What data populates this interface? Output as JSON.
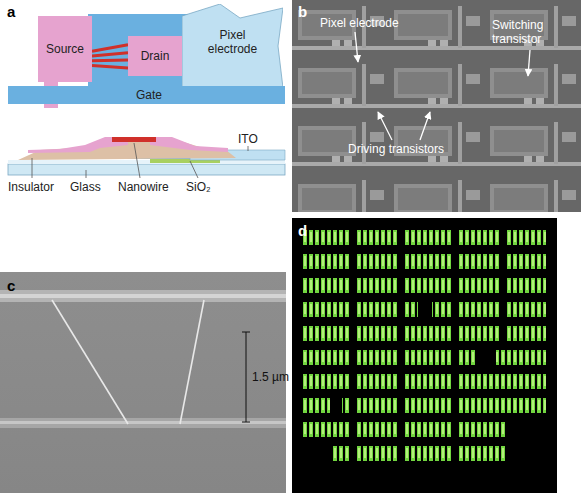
{
  "diagram": {
    "nodes": [
      {
        "text": [
          "Source"
        ]
      },
      {
        "text": [
          "Drain"
        ]
      },
      {
        "text": [
          "Pixel electrode"
        ]
      },
      {
        "text": [
          "Gate"
        ]
      }
    ],
    "edges": [
      {
        "from": 0,
        "to": 1,
        "arrow": "none"
      },
      {
        "from": 0,
        "to": 1,
        "arrow": "none"
      },
      {
        "from": 0,
        "to": 1,
        "arrow": "none"
      },
      {
        "from": 0,
        "to": 1,
        "arrow": "none"
      }
    ],
    "labels": [
      "a",
      "ITO",
      "Insulator",
      "Glass",
      "Nanowire",
      "SiO₂",
      "b",
      "Pixel electrode",
      "Switching transistor",
      "Driving transistors",
      "c",
      "1.5 µm",
      "d"
    ]
  }
}
